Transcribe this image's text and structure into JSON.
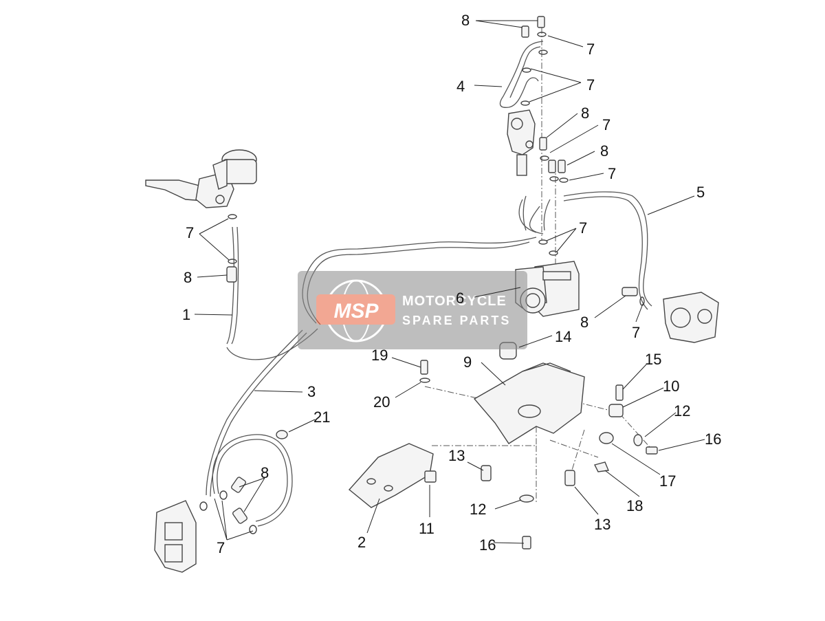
{
  "callouts": {
    "c1": "1",
    "c2": "2",
    "c3": "3",
    "c4": "4",
    "c5": "5",
    "c6": "6",
    "c7a": "7",
    "c7b": "7",
    "c7c": "7",
    "c7d": "7",
    "c7e": "7",
    "c7f": "7",
    "c7g": "7",
    "c7h": "7",
    "c8a": "8",
    "c8b": "8",
    "c8c": "8",
    "c8d": "8",
    "c8e": "8",
    "c8f": "8",
    "c9": "9",
    "c10": "10",
    "c11": "11",
    "c12a": "12",
    "c12b": "12",
    "c13a": "13",
    "c13b": "13",
    "c14": "14",
    "c15": "15",
    "c16a": "16",
    "c16b": "16",
    "c17": "17",
    "c18": "18",
    "c19": "19",
    "c20": "20",
    "c21": "21"
  },
  "watermark": {
    "logo": "MSP",
    "line1": "MOTORCYCLE",
    "line2": "SPARE PARTS",
    "logo_color": "#e8603c",
    "band_color": "#8a8a8a"
  }
}
